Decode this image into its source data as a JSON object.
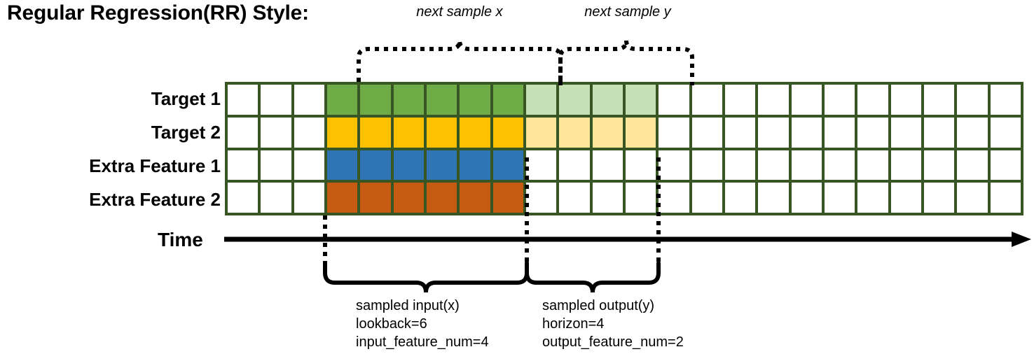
{
  "title": "Regular Regression(RR) Style:",
  "axis": {
    "time_label": "Time"
  },
  "rows": [
    {
      "label": "Target 1",
      "name": "target-1"
    },
    {
      "label": "Target 2",
      "name": "target-2"
    },
    {
      "label": "Extra Feature 1",
      "name": "extra-feature-1"
    },
    {
      "label": "Extra Feature 2",
      "name": "extra-feature-2"
    }
  ],
  "annotations": {
    "next_sample_x": "next sample x",
    "next_sample_y": "next sample y",
    "input_block": {
      "line1": "sampled input(x)",
      "line2": "lookback=6",
      "line3": "input_feature_num=4"
    },
    "output_block": {
      "line1": "sampled output(y)",
      "line2": "horizon=4",
      "line3": "output_feature_num=2"
    }
  },
  "colors": {
    "border": "#375623",
    "target1": "#6fab46",
    "target1_light": "#c5e0b4",
    "target2": "#fdc101",
    "target2_light": "#ffe699",
    "extra1": "#2f75b5",
    "extra2": "#c55a11",
    "empty": "#ffffff"
  },
  "chart_data": {
    "type": "heatmap",
    "title": "Regular Regression(RR) Style:",
    "total_columns": 24,
    "lookback": 6,
    "horizon": 4,
    "input_feature_num": 4,
    "output_feature_num": 2,
    "lead_empty_columns": 3,
    "trail_empty_columns": 11,
    "row_names": [
      "Target 1",
      "Target 2",
      "Extra Feature 1",
      "Extra Feature 2"
    ],
    "cell_fills": [
      [
        "empty",
        "empty",
        "empty",
        "target1",
        "target1",
        "target1",
        "target1",
        "target1",
        "target1",
        "target1_light",
        "target1_light",
        "target1_light",
        "target1_light",
        "empty",
        "empty",
        "empty",
        "empty",
        "empty",
        "empty",
        "empty",
        "empty",
        "empty",
        "empty",
        "empty"
      ],
      [
        "empty",
        "empty",
        "empty",
        "target2",
        "target2",
        "target2",
        "target2",
        "target2",
        "target2",
        "target2_light",
        "target2_light",
        "target2_light",
        "target2_light",
        "empty",
        "empty",
        "empty",
        "empty",
        "empty",
        "empty",
        "empty",
        "empty",
        "empty",
        "empty",
        "empty"
      ],
      [
        "empty",
        "empty",
        "empty",
        "extra1",
        "extra1",
        "extra1",
        "extra1",
        "extra1",
        "extra1",
        "empty",
        "empty",
        "empty",
        "empty",
        "empty",
        "empty",
        "empty",
        "empty",
        "empty",
        "empty",
        "empty",
        "empty",
        "empty",
        "empty",
        "empty"
      ],
      [
        "empty",
        "empty",
        "empty",
        "extra2",
        "extra2",
        "extra2",
        "extra2",
        "extra2",
        "extra2",
        "empty",
        "empty",
        "empty",
        "empty",
        "empty",
        "empty",
        "empty",
        "empty",
        "empty",
        "empty",
        "empty",
        "empty",
        "empty",
        "empty",
        "empty"
      ]
    ]
  }
}
